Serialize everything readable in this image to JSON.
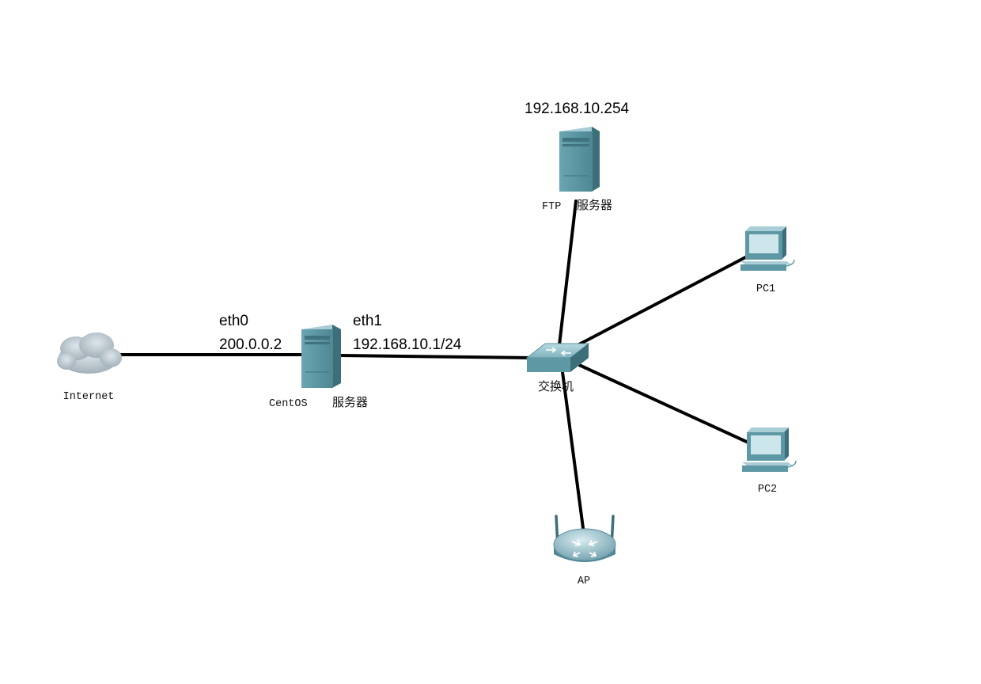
{
  "colors": {
    "device_face": "#5e98a4",
    "device_light": "#a9cdd6",
    "device_dark": "#3c6f7a",
    "cloud": "#b9c4cc",
    "link": "#000000"
  },
  "nodes": {
    "internet": {
      "icon": "cloud-icon",
      "label": "Internet"
    },
    "centos": {
      "icon": "server-icon",
      "label_en": "CentOS",
      "label_cn": "服务器"
    },
    "switch": {
      "icon": "switch-icon",
      "label": "交换机"
    },
    "ftp": {
      "icon": "server-icon",
      "ip": "192.168.10.254",
      "label_en": "FTP",
      "label_cn": "服务器"
    },
    "pc1": {
      "icon": "pc-icon",
      "label": "PC1"
    },
    "pc2": {
      "icon": "pc-icon",
      "label": "PC2"
    },
    "ap": {
      "icon": "router-icon",
      "label": "AP"
    }
  },
  "interfaces": {
    "eth0": {
      "name": "eth0",
      "ip": "200.0.0.2"
    },
    "eth1": {
      "name": "eth1",
      "ip": "192.168.10.1/24"
    }
  },
  "links": [
    {
      "from": "internet",
      "to": "centos"
    },
    {
      "from": "centos",
      "to": "switch"
    },
    {
      "from": "switch",
      "to": "ftp"
    },
    {
      "from": "switch",
      "to": "pc1"
    },
    {
      "from": "switch",
      "to": "pc2"
    },
    {
      "from": "switch",
      "to": "ap"
    }
  ]
}
